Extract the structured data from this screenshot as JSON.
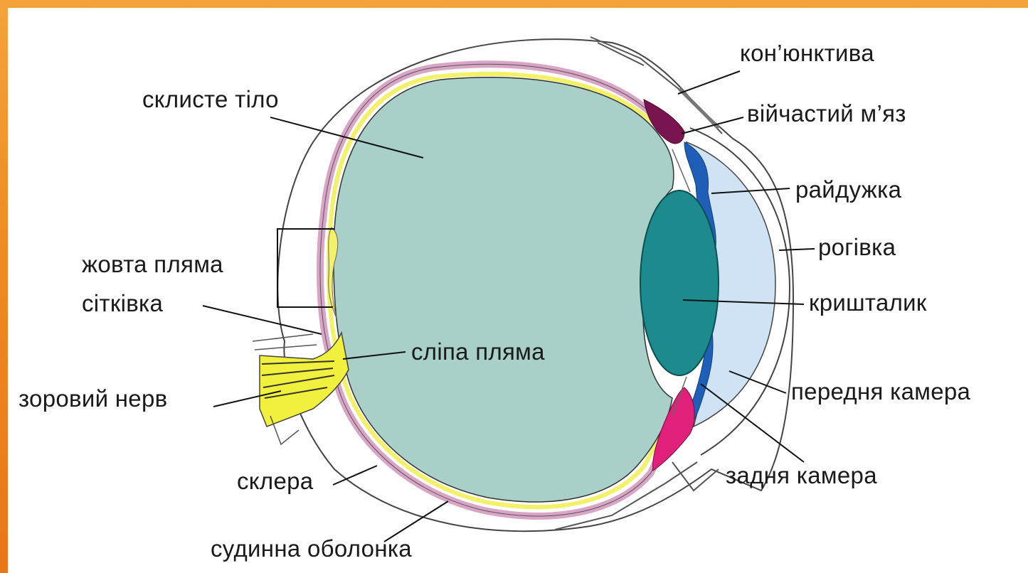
{
  "labels": {
    "vitreous_body": "склисте тіло",
    "macula": "жовта пляма",
    "retina": "сітківка",
    "optic_nerve": "зоровий нерв",
    "sclera": "склера",
    "choroid": "судинна оболонка",
    "blind_spot": "сліпа пляма",
    "conjunctiva": "кон’юнктива",
    "ciliary_muscle": "війчастий м’яз",
    "iris": "райдужка",
    "cornea": "рогівка",
    "lens": "кришталик",
    "anterior_chamber": "передня камера",
    "posterior_chamber": "задня камера"
  },
  "colors": {
    "frame": "#ef8a22",
    "vitreous": "#a9cfc9",
    "lens": "#1d8a8e",
    "retina": "#f3f06a",
    "choroid": "#d9a5c6",
    "cornea_chamber": "#cfe3f5",
    "iris": "#1f5fb8",
    "ciliary_muscle": "#7a1450",
    "posterior_pink": "#e0207a",
    "optic_nerve": "#f1f03c"
  }
}
